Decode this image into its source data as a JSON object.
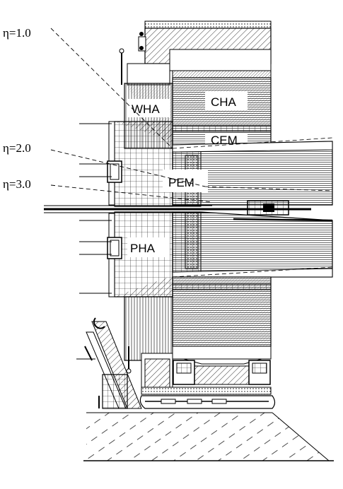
{
  "labels": {
    "eta10": "η=1.0",
    "eta20": "η=2.0",
    "eta30": "η=3.0",
    "wha": "WHA",
    "cha": "CHA",
    "cem": "CEM",
    "pem": "PEM",
    "pha": "PHA"
  }
}
